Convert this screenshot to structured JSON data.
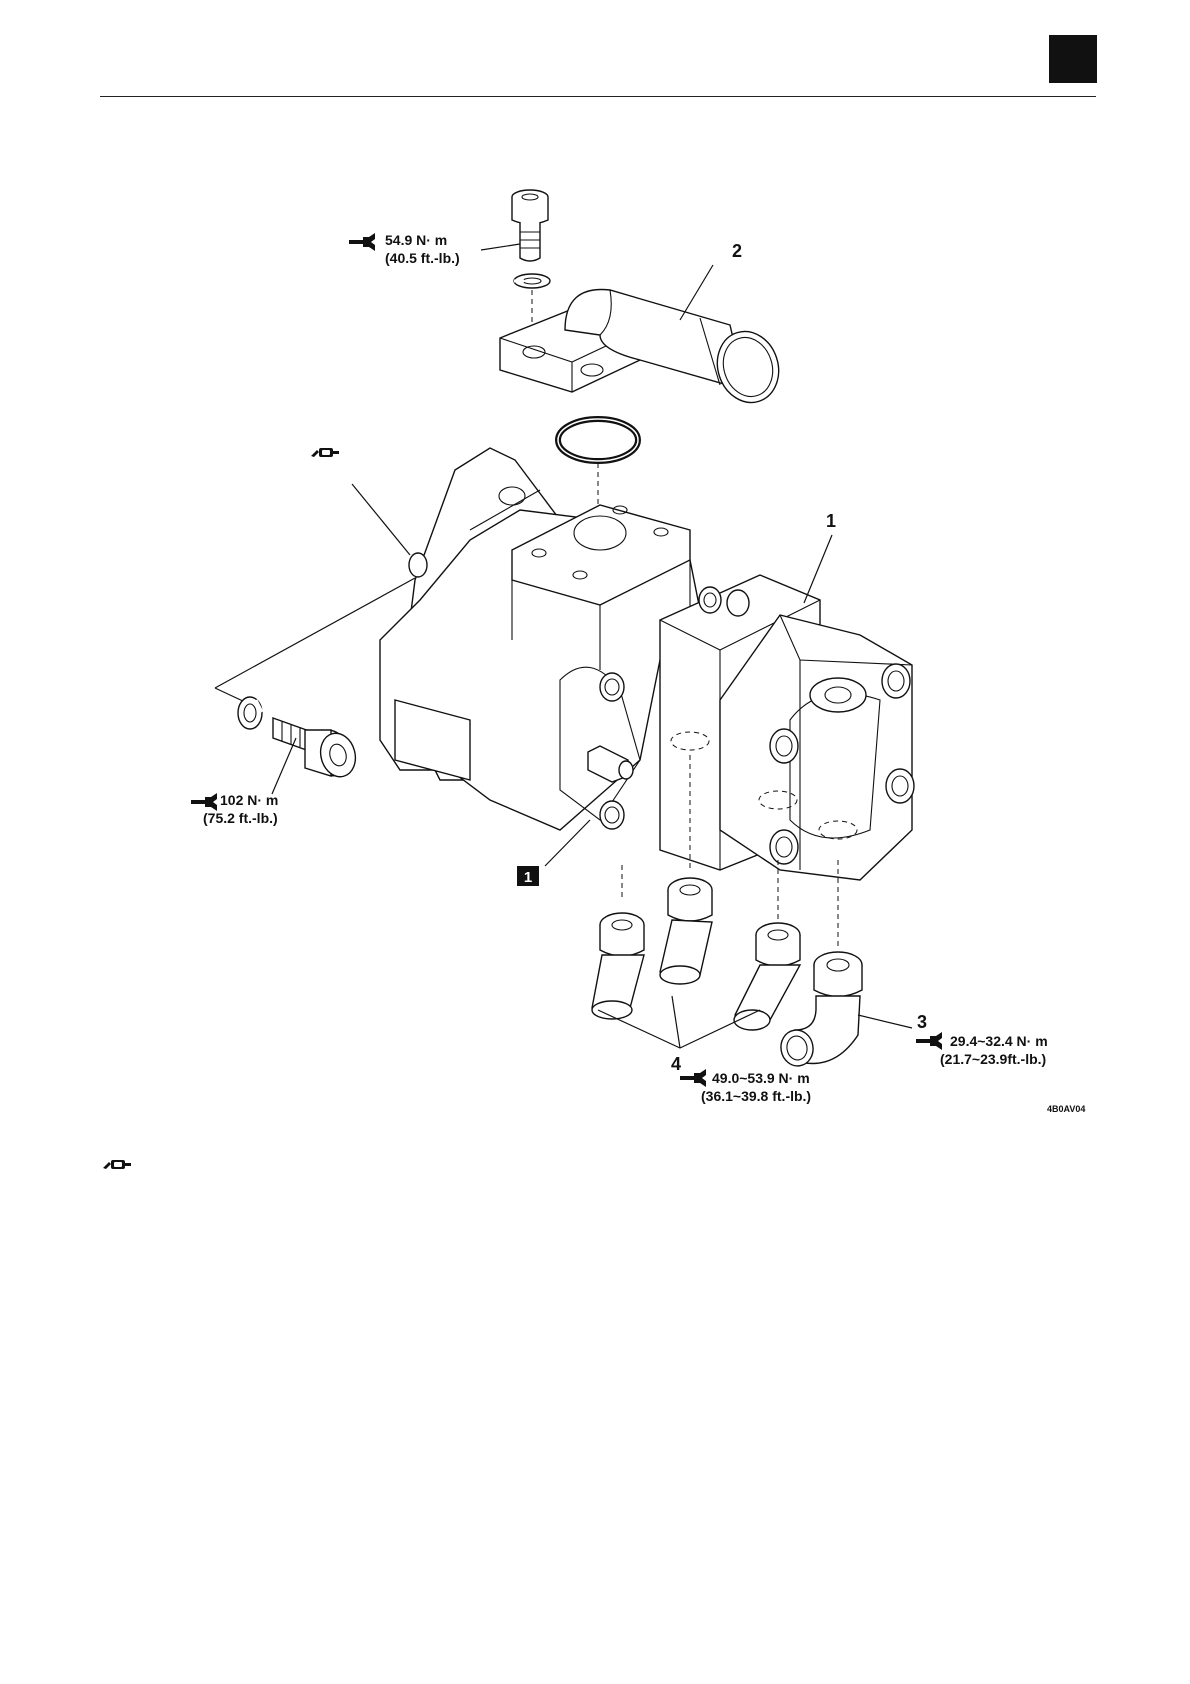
{
  "header": {
    "tab_color": "#111111"
  },
  "diagram": {
    "callouts": {
      "p1": "1",
      "p2": "2",
      "p3": "3",
      "p4": "4",
      "box1": "1"
    },
    "torques": {
      "bolt_top": {
        "nm": "54.9 N· m",
        "ftlb": "(40.5 ft.-lb.)"
      },
      "bolt_side": {
        "nm": "102 N· m",
        "ftlb": "(75.2 ft.-lb.)"
      },
      "fitting_3": {
        "nm": "29.4~32.4 N· m",
        "ftlb": "(21.7~23.9ft.-lb.)"
      },
      "fitting_4": {
        "nm": "49.0~53.9  N· m",
        "ftlb": "(36.1~39.8 ft.-lb.)"
      }
    },
    "code": "4B0AV04",
    "icons": [
      "wrench-icon",
      "oil-can-icon"
    ]
  }
}
